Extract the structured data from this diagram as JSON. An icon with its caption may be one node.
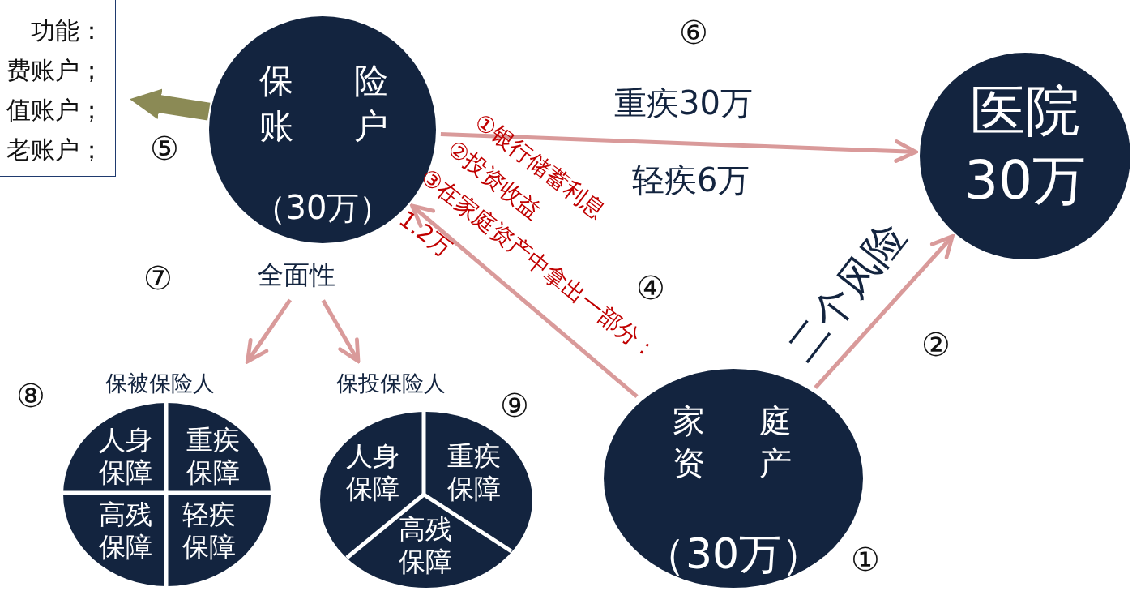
{
  "diagram": {
    "nodes": [
      {
        "text": [
          "功能：",
          "费账户；",
          "值账户；",
          "老账户；"
        ]
      },
      {
        "text": [
          "保险账户",
          "（30万）"
        ]
      },
      {
        "text": [
          "医院",
          "30万"
        ]
      },
      {
        "text": [
          "家庭资产",
          "（30万）"
        ]
      },
      {
        "text": [
          "全面性"
        ]
      },
      {
        "text": [
          "保被保险人",
          "人身保障",
          "重疾保障",
          "高残保障",
          "轻疾保障"
        ]
      },
      {
        "text": [
          "保投保险人",
          "人身保障",
          "重疾保障",
          "高残保障"
        ]
      }
    ],
    "edges": [
      {
        "from": 1,
        "to": 2,
        "arrow": "to",
        "label": "重疾30万"
      },
      {
        "from": 3,
        "to": 1,
        "arrow": "to",
        "label": "1.2万"
      },
      {
        "from": 3,
        "to": 2,
        "arrow": "to",
        "label": "二个风险"
      },
      {
        "from": 4,
        "to": 5,
        "arrow": "to"
      },
      {
        "from": 4,
        "to": 6,
        "arrow": "to"
      },
      {
        "from": 1,
        "to": 0,
        "arrow": "to",
        "style": "thick",
        "color": "#8b8a55"
      }
    ],
    "labels": [
      "⑥",
      "⑤",
      "轻疾6万",
      "①银行储蓄利息",
      "②投资收益",
      "③在家庭资产中拿出一部分：",
      "⑦",
      "④",
      "②",
      "⑧",
      "⑨",
      "①"
    ]
  }
}
